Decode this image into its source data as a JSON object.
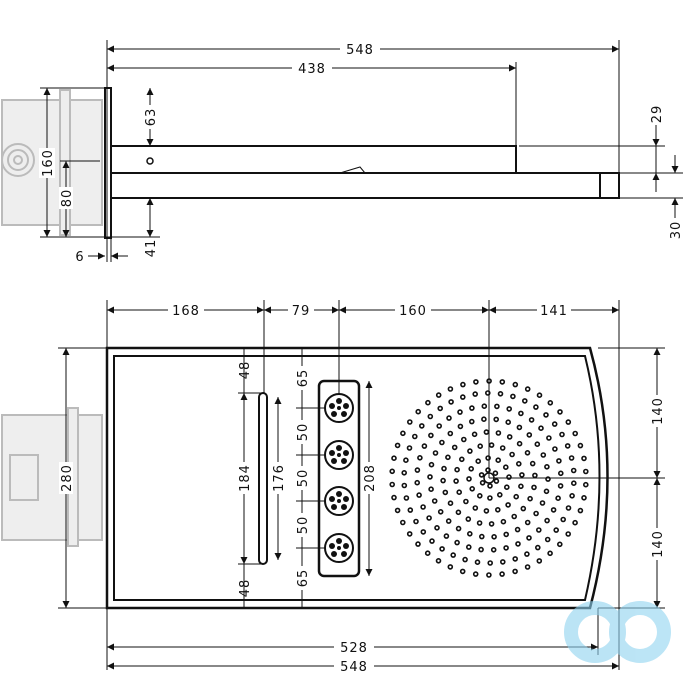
{
  "side_view": {
    "dims": {
      "overall_length": "548",
      "arm_length": "438",
      "wall_to_top": "63",
      "box_height": "160",
      "box_half": "80",
      "wall_to_bottom": "41",
      "plate_thickness": "6",
      "arm_height": "29",
      "head_thickness": "30"
    }
  },
  "top_view": {
    "dims": {
      "seg1": "168",
      "seg2": "79",
      "seg3": "160",
      "seg4": "141",
      "panel_height": "280",
      "upper_half": "140",
      "lower_half": "140",
      "slot_top_margin": "48",
      "slot_outer": "184",
      "slot_inner": "176",
      "slot_bottom_margin": "48",
      "jets_top_margin": "65",
      "jet_pitch_1": "50",
      "jet_pitch_2": "50",
      "jet_pitch_3": "50",
      "jets_bottom_margin": "65",
      "jets_panel": "208",
      "inner_width": "528",
      "total_width": "548"
    }
  },
  "watermark": {
    "color": "#8fd3f0"
  },
  "colors": {
    "line": "#111111",
    "hidden": "#bbbbbb"
  }
}
